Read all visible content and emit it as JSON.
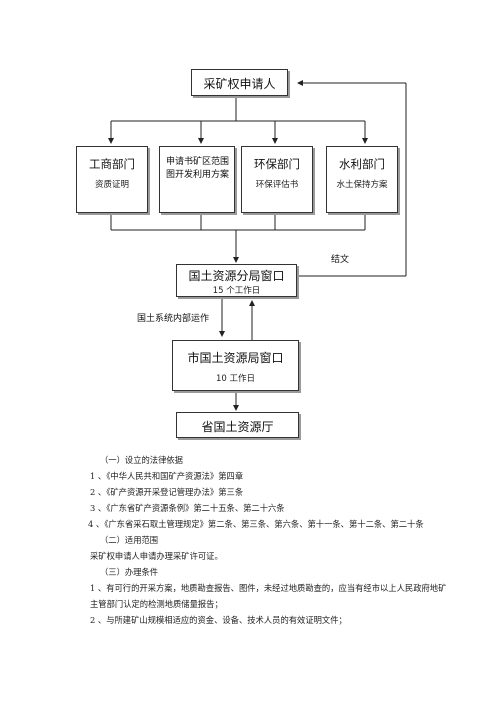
{
  "flowchart": {
    "applicant": "采矿权申请人",
    "departments": [
      {
        "title": "工商部门",
        "doc": "资质证明"
      },
      {
        "title": "申请书矿区范围图开发利用方案",
        "doc": ""
      },
      {
        "title": "环保部门",
        "doc": "环保评估书"
      },
      {
        "title": "水利部门",
        "doc": "水土保持方案"
      }
    ],
    "branch_office": {
      "title": "国土资源分局窗口",
      "days": "15 个工作日"
    },
    "city_office": {
      "title": "市国土资源局窗口",
      "days": "10 工作日"
    },
    "province": {
      "title": "省国土资源厅"
    },
    "label_reply": "结文",
    "label_internal": "国土系统内部运作"
  },
  "text": {
    "legal_heading": "（一）设立的法律依据",
    "laws": [
      "1 、《中华人民共和国矿产资源法》第四章",
      "2 、《矿产资源开采登记管理办法》第三条",
      "3 、《广东省矿产资源条例》第二十五条、第二十六条",
      "4 、《广东省采石取土管理规定》第二条、第三条、第六条、第十一条、第十二条、第二十条"
    ],
    "scope_heading": "（二）适用范围",
    "scope": "采矿权申请人申请办理采矿许可证。",
    "conditions_heading": "（三）办理条件",
    "conditions": [
      "1 、有可行的开采方案，地质勘查报告、图件，未经过地质勘查的，应当有经市以上人民政府地矿主管部门认定的检测地质储量报告；",
      "2 、与所建矿山规模相适应的资金、设备、技术人员的有效证明文件；"
    ]
  }
}
